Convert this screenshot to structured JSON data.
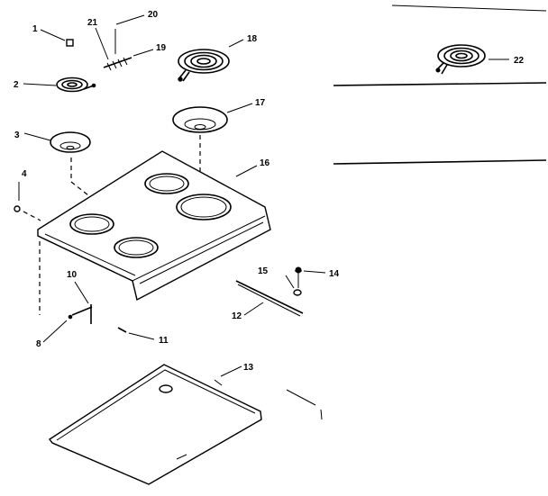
{
  "callouts": {
    "c1": "1",
    "c2": "2",
    "c3": "3",
    "c4": "4",
    "c8": "8",
    "c10": "10",
    "c11": "11",
    "c12": "12",
    "c13": "13",
    "c14": "14",
    "c15": "15",
    "c16": "16",
    "c17": "17",
    "c18": "18",
    "c19": "19",
    "c20": "20",
    "c21": "21",
    "c22": "22"
  },
  "colors": {
    "ink": "#000000",
    "paper": "#ffffff"
  }
}
